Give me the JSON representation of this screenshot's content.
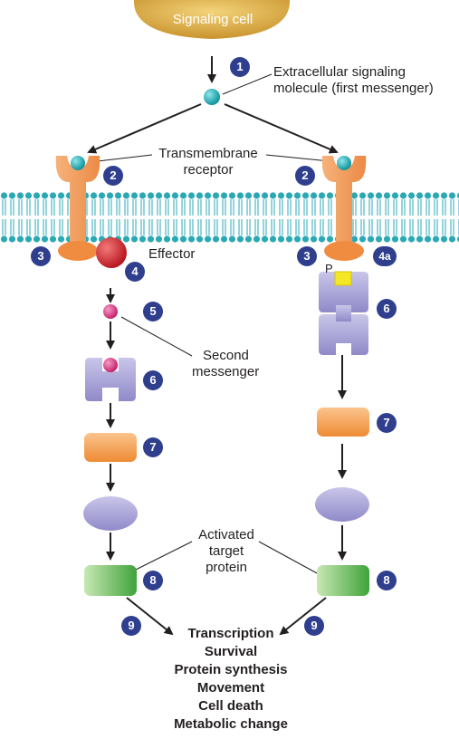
{
  "signaling_cell": {
    "label": "Signaling cell"
  },
  "labels": {
    "first_messenger": [
      "Extracellular signaling",
      "molecule (first messenger)"
    ],
    "receptor": [
      "Transmembrane",
      "receptor"
    ],
    "effector": "Effector",
    "second_messenger": [
      "Second",
      "messenger"
    ],
    "activated_target": [
      "Activated",
      "target",
      "protein"
    ],
    "phosphate": "P"
  },
  "steps": {
    "s1": "1",
    "s2": "2",
    "s3": "3",
    "s4": "4",
    "s4a": "4a",
    "s5": "5",
    "s6": "6",
    "s7": "7",
    "s8": "8",
    "s9": "9"
  },
  "outcomes": [
    "Transcription",
    "Survival",
    "Protein synthesis",
    "Movement",
    "Cell death",
    "Metabolic change"
  ],
  "colors": {
    "signaling_cell": "#e3b84f",
    "membrane": "#2aa9b4",
    "receptor": "#f29c54",
    "effector": "#d62027",
    "second_messenger": "#e0287a",
    "kinase": "#a9a4d6",
    "orange_protein": "#f49a3a",
    "lavender_protein": "#a29dd6",
    "target_protein": "#5cb84a",
    "badge": "#2f3f8e",
    "phosphate": "#f5e626"
  }
}
